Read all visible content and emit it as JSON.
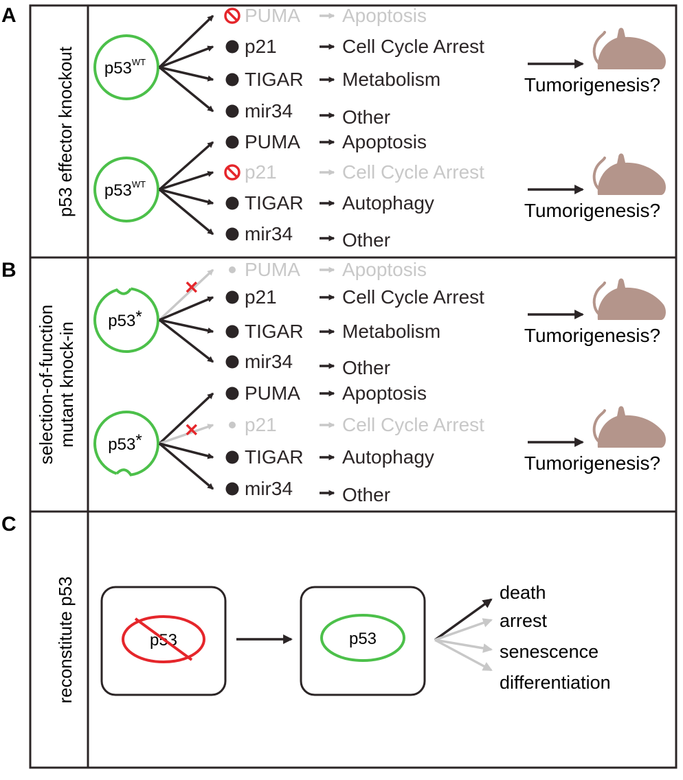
{
  "colors": {
    "dark": "#2b2526",
    "gray": "#c8c8c8",
    "green": "#4cc04a",
    "red": "#e5262b",
    "mouse": "#b4958b",
    "text": "#000000"
  },
  "panels": {
    "A": {
      "letter": "A",
      "side_label": "p53 effector knockout",
      "rows": [
        {
          "p53_main": "p53",
          "p53_sup": "WT",
          "tumor_label": "Tumorigenesis?",
          "genes": [
            {
              "name": "PUMA",
              "outcome": "Apoptosis",
              "state": "blocked"
            },
            {
              "name": "p21",
              "outcome": "Cell Cycle Arrest",
              "state": "active"
            },
            {
              "name": "TIGAR",
              "outcome": "Metabolism",
              "state": "active"
            },
            {
              "name": "mir34",
              "outcome": "Other",
              "state": "active"
            }
          ]
        },
        {
          "p53_main": "p53",
          "p53_sup": "WT",
          "tumor_label": "Tumorigenesis?",
          "genes": [
            {
              "name": "PUMA",
              "outcome": "Apoptosis",
              "state": "active"
            },
            {
              "name": "p21",
              "outcome": "Cell Cycle Arrest",
              "state": "blocked"
            },
            {
              "name": "TIGAR",
              "outcome": "Autophagy",
              "state": "active"
            },
            {
              "name": "mir34",
              "outcome": "Other",
              "state": "active"
            }
          ]
        }
      ]
    },
    "B": {
      "letter": "B",
      "side_label_1": "selection-of-function",
      "side_label_2": "mutant knock-in",
      "rows": [
        {
          "p53_main": "p53",
          "p53_sup": "*",
          "tumor_label": "Tumorigenesis?",
          "genes": [
            {
              "name": "PUMA",
              "outcome": "Apoptosis",
              "state": "lost"
            },
            {
              "name": "p21",
              "outcome": "Cell Cycle Arrest",
              "state": "active"
            },
            {
              "name": "TIGAR",
              "outcome": "Metabolism",
              "state": "active"
            },
            {
              "name": "mir34",
              "outcome": "Other",
              "state": "active"
            }
          ]
        },
        {
          "p53_main": "p53",
          "p53_sup": "*",
          "tumor_label": "Tumorigenesis?",
          "genes": [
            {
              "name": "PUMA",
              "outcome": "Apoptosis",
              "state": "active"
            },
            {
              "name": "p21",
              "outcome": "Cell Cycle Arrest",
              "state": "lost"
            },
            {
              "name": "TIGAR",
              "outcome": "Autophagy",
              "state": "active"
            },
            {
              "name": "mir34",
              "outcome": "Other",
              "state": "active"
            }
          ]
        }
      ]
    },
    "C": {
      "letter": "C",
      "side_label": "reconstitute p53",
      "left_box_label": "p53",
      "right_box_label": "p53",
      "outcomes": [
        {
          "label": "death",
          "state": "active"
        },
        {
          "label": "arrest",
          "state": "inactive"
        },
        {
          "label": "senescence",
          "state": "inactive"
        },
        {
          "label": "differentiation",
          "state": "inactive"
        }
      ]
    }
  }
}
